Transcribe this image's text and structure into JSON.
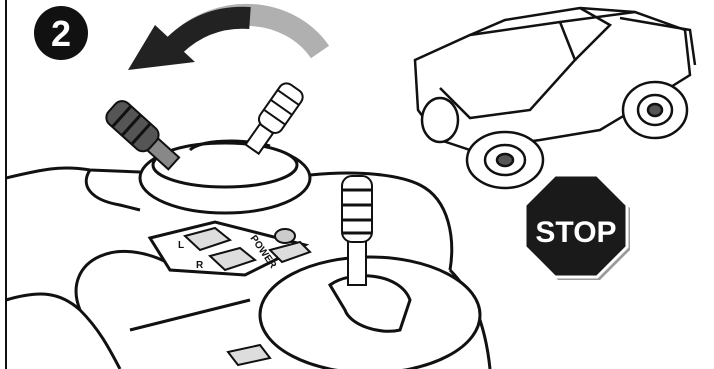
{
  "step": {
    "number": "2"
  },
  "sign": {
    "text": "STOP"
  },
  "panel": {
    "power_label": "POWER",
    "left_label": "L",
    "right_label": "R"
  },
  "colors": {
    "ink": "#111111",
    "paper": "#ffffff",
    "shade": "#9a9a9a",
    "sign_fill": "#1a1a1a"
  },
  "icons": [
    "rotate-left-arrow-icon",
    "joystick-icon",
    "rc-car-icon",
    "stop-sign-icon",
    "power-button-icon"
  ]
}
